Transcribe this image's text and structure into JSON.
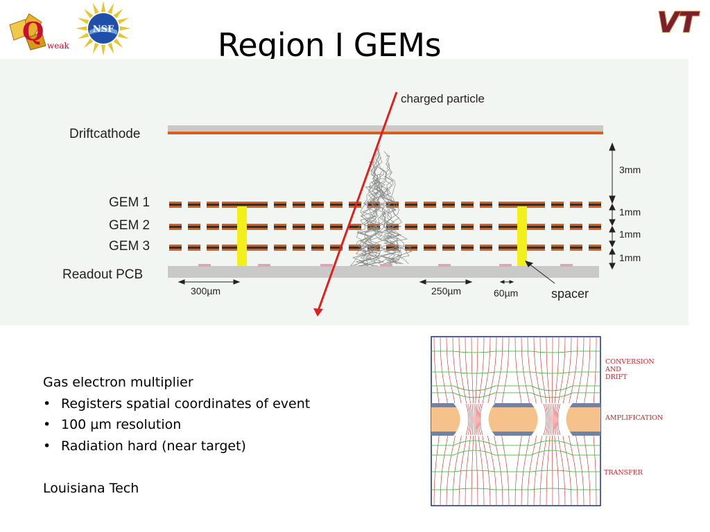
{
  "title": "Region I GEMs",
  "logos": {
    "qweak_text": "weak",
    "qweak_letter": "Q",
    "nsf_text": "NSF",
    "vt_text": "VT"
  },
  "diagram": {
    "particle_label": "charged particle",
    "layer_labels": [
      "Driftcathode",
      "GEM 1",
      "GEM 2",
      "GEM 3",
      "Readout PCB"
    ],
    "gap_labels": [
      "3mm",
      "1mm",
      "1mm",
      "1mm"
    ],
    "dimension_labels": [
      "300µm",
      "250µm",
      "60µm"
    ],
    "spacer_label": "spacer",
    "colors": {
      "background": "#f2f6f3",
      "copper": "#d7611c",
      "spacer": "#f3ef1b",
      "track": "#e0201c",
      "plate": "#c9c9c9"
    }
  },
  "description": {
    "heading": "Gas electron multiplier",
    "bullets": [
      "Registers spatial coordinates of event",
      "100 µm resolution",
      "Radiation hard (near target)"
    ],
    "footer": "Louisiana Tech"
  },
  "field_diagram": {
    "labels": [
      "CONVERSION",
      "AND",
      "DRIFT",
      "AMPLIFICATION",
      "TRANSFER"
    ],
    "colors": {
      "field_lines": "#d42020",
      "equipotential": "#20b020",
      "foil": "#f4c28a"
    }
  }
}
